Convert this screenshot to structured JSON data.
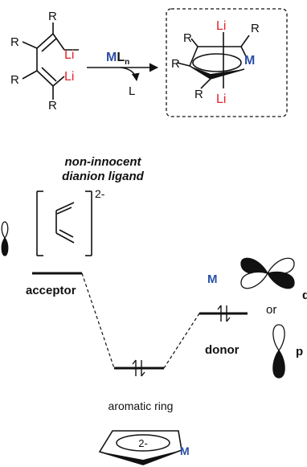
{
  "colors": {
    "lithium": "#e8202a",
    "metal": "#2b4fa8",
    "ink": "#111111"
  },
  "reaction": {
    "substituent": "R",
    "lithium": "Li",
    "reagent_symbol": "M",
    "reagent_ligand": "L",
    "reagent_count": "n",
    "leaving_ligand": "L",
    "metal": "M"
  },
  "mo_diagram": {
    "ligand_title_line1": "non-innocent",
    "ligand_title_line2": "dianion ligand",
    "ligand_charge": "2-",
    "acceptor_label": "acceptor",
    "donor_label": "donor",
    "metal_label": "M",
    "or_label": "or",
    "p_label": "p",
    "ring_label": "aromatic ring",
    "ring_charge": "2-",
    "ring_metal": "M"
  }
}
